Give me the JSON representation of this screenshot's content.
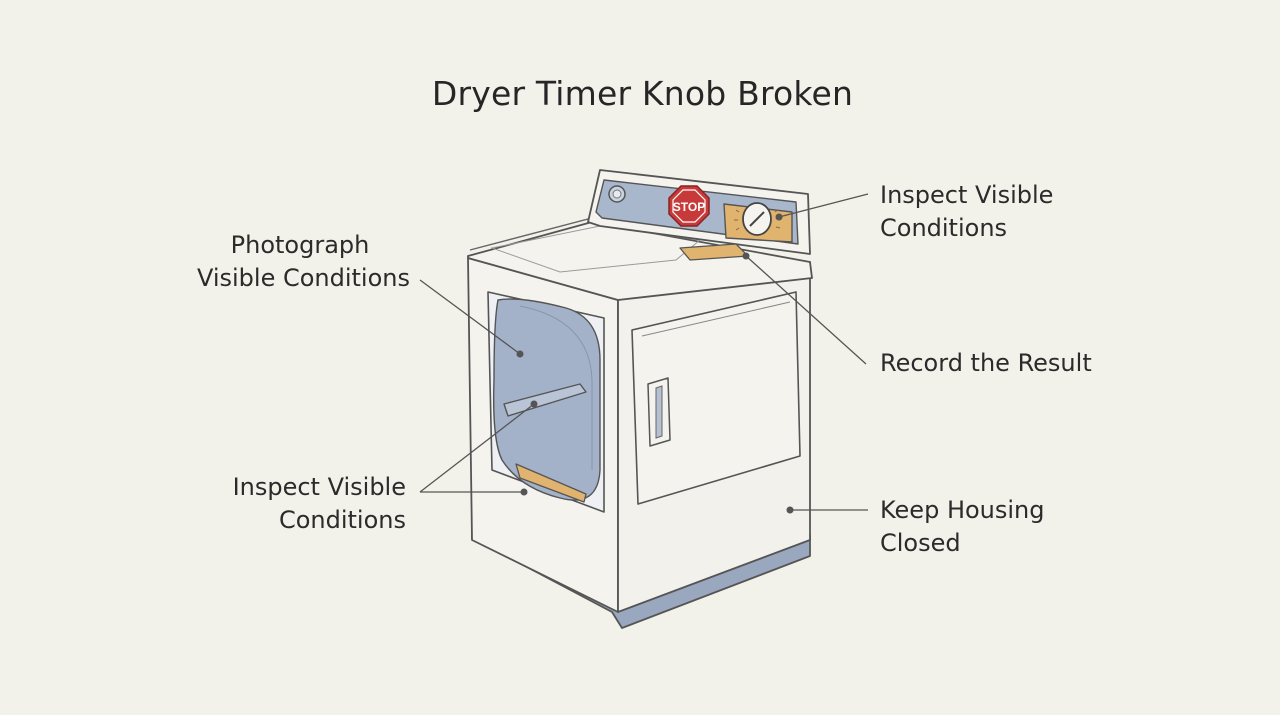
{
  "title": "Dryer Timer Knob Broken",
  "labels": {
    "timer_knob": [
      "Inspect Visible",
      "Conditions"
    ],
    "drum": [
      "Photograph",
      "Visible Conditions"
    ],
    "record": [
      "Record the Result"
    ],
    "door_seal": [
      "Inspect Visible",
      "Conditions"
    ],
    "housing": [
      "Keep Housing",
      "Closed"
    ]
  },
  "stop_sign_text": "STOP",
  "colors": {
    "background": "#f3f2ea",
    "panel_blue": "#a9b7cc",
    "drum_blue": "#a3b2c8",
    "accent_orange": "#e0b36e",
    "stop_red": "#c83a3a",
    "body": "#f4f3ee",
    "base": "#9aa8bf",
    "line": "#555555"
  }
}
